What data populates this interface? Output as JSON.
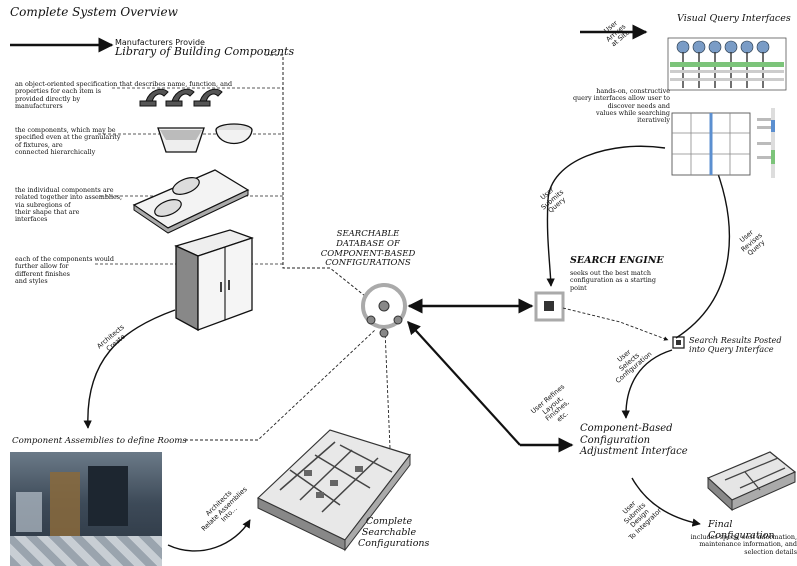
{
  "title": "Complete System Overview",
  "manufacturers": {
    "line1": "Manufacturers Provide",
    "line2": "Library of Building Components"
  },
  "descriptions": {
    "d1": "an object-oriented specification that describes name, function, and\nproperties for each item is\nprovided directly by\nmanufacturers",
    "d2": "the components, which may be\nspecified even at the granularity\nof fixtures, are\nconnected hierarchically",
    "d3": "the individual components are\nrelated together into assemblies,\nvia subregions of\ntheir shape that are\ninterfaces",
    "d4": "each of the components would\nfurther allow for\ndifferent finishes\nand styles"
  },
  "database_label": "SEARCHABLE\nDATABASE OF\nCOMPONENT-BASED\nCONFIGURATIONS",
  "architects_create": "Architects\nCreate",
  "component_assemblies": "Component Assemblies to define Rooms",
  "architects_relate": "Architects\nRelate Assemblies\nInto...",
  "complete_searchable": "Complete\nSearchable\nConfigurations",
  "user_arrives": "User\nArrives\nat Site",
  "visual_query": "Visual Query Interfaces",
  "hands_on": "hands-on, constructive\nquery interfaces allow user to\ndiscover needs and\nvalues while searching\niteratively",
  "user_submits_query": "User\nSubmits\nQuery",
  "user_revises_query": "User\nRevises\nQuery",
  "search_engine": {
    "title": "SEARCH ENGINE",
    "desc": "seeks out the best match\nconfiguration as a starting\npoint"
  },
  "search_results": "Search Results Posted\ninto Query Interface",
  "user_selects": "User\nSelects\nConfiguration",
  "user_refines": "User Refines\nLayout,\nFinishes,\netc.",
  "adjustment": "Component-Based\nConfiguration\nAdjustment Interface",
  "user_submits_design": "User\nSubmits\nDesign\nTo Integrator",
  "final": {
    "title": "Final Configuration",
    "desc": "includes specs, cost information,\nmaintenance information, and\nselection details"
  }
}
